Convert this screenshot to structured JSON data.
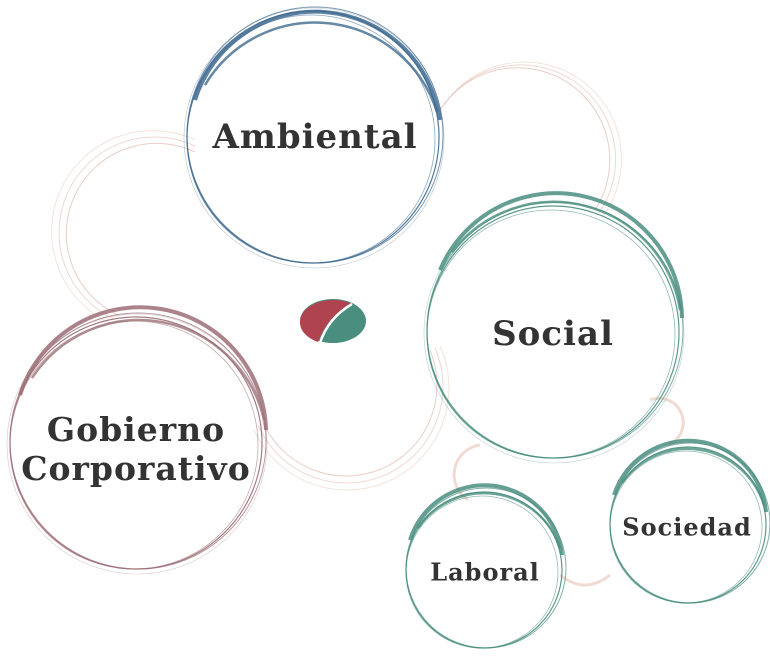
{
  "labels": {
    "ambiental": "Ambiental",
    "social": "Social",
    "gobierno_line1": "Gobierno",
    "gobierno_line2": "Corporativo",
    "laboral": "Laboral",
    "sociedad": "Sociedad"
  },
  "colors": {
    "ambiental": "#3e6a8f",
    "social": "#4a8e80",
    "gobierno": "#9b6f76",
    "laboral": "#4a8e80",
    "sociedad": "#4a8e80",
    "connector": "#e8c9bf",
    "logo_red": "#b04350",
    "logo_green": "#4a8e80",
    "text": "#333333"
  }
}
